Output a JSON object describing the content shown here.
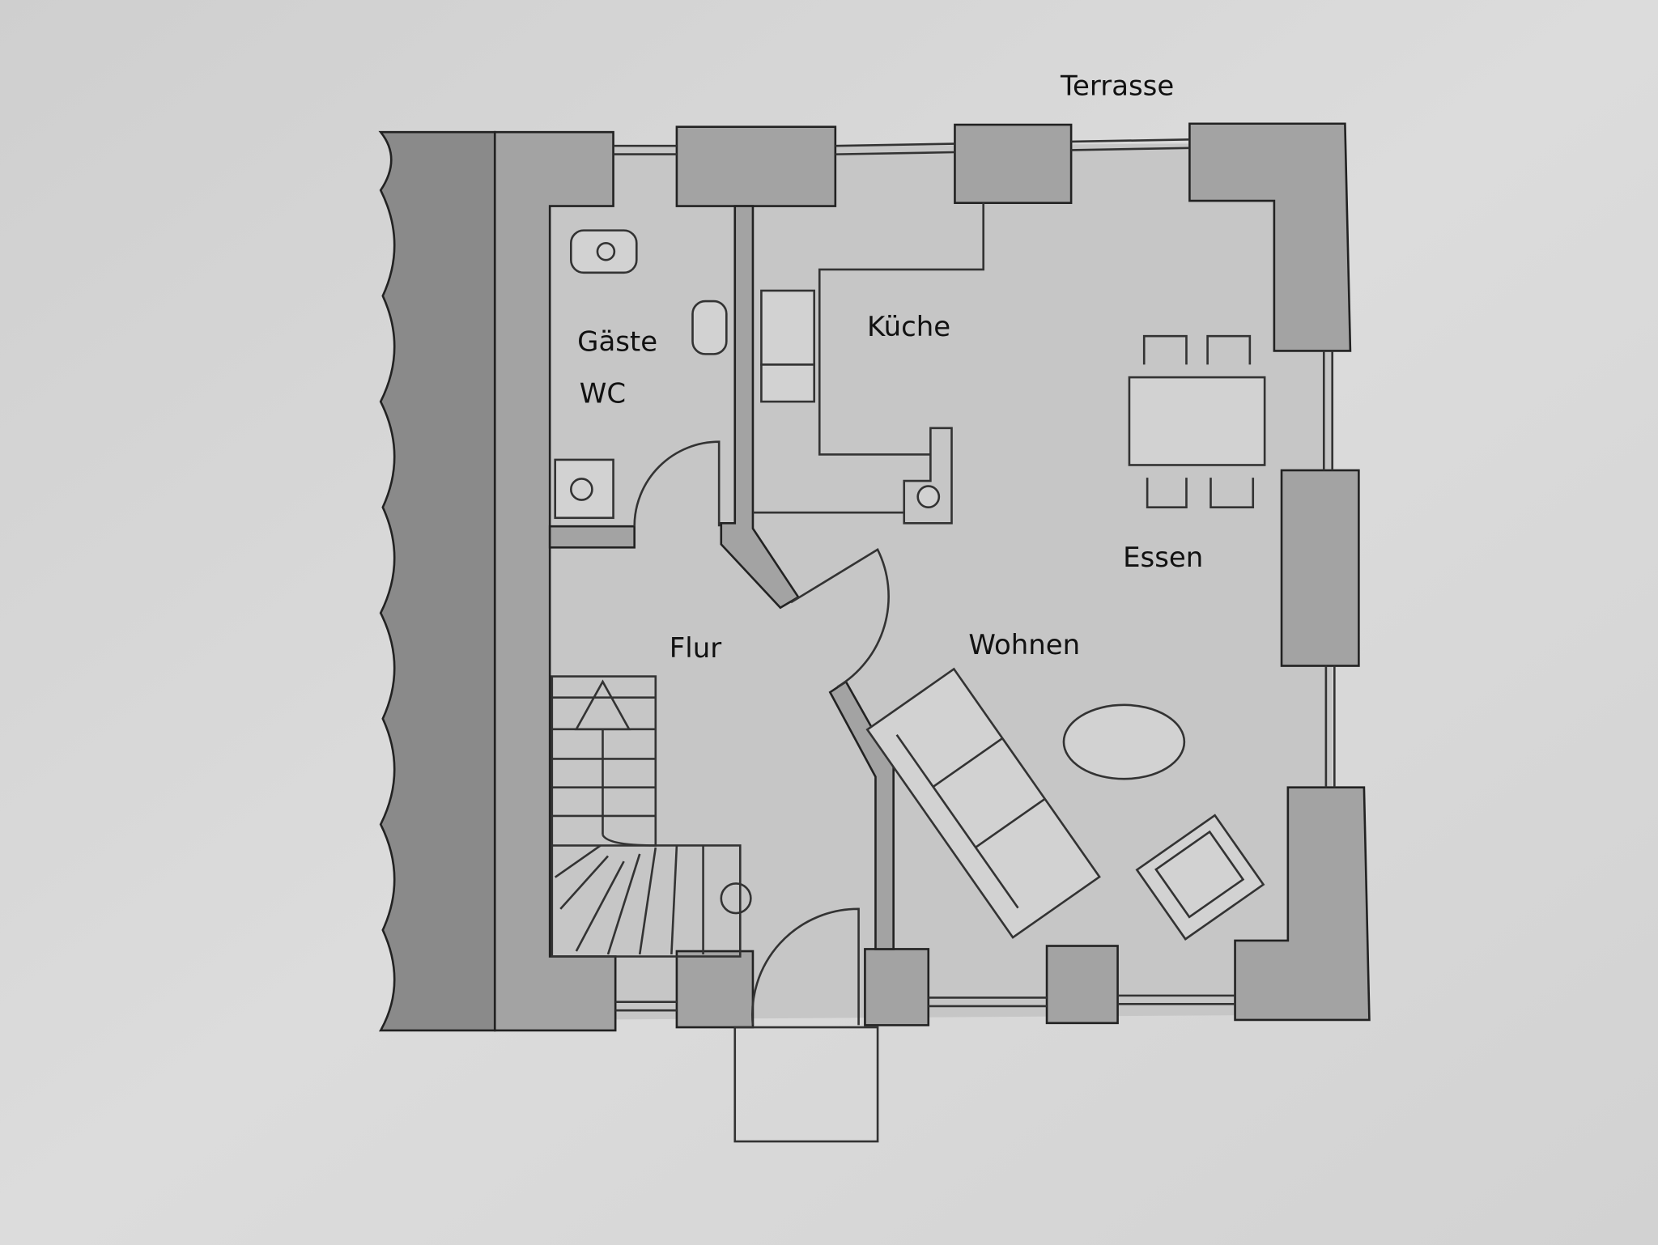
{
  "title": "Floor plan – ground floor",
  "labels": {
    "terrace": "Terrasse",
    "guest_wc_line1": "Gäste",
    "guest_wc_line2": "WC",
    "kitchen": "Küche",
    "hall": "Flur",
    "living": "Wohnen",
    "dining": "Essen"
  },
  "colors": {
    "paper": "#d6d6d6",
    "floor": "#c6c6c6",
    "wall": "#a3a3a3",
    "neighbor_wall": "#8a8a8a"
  }
}
